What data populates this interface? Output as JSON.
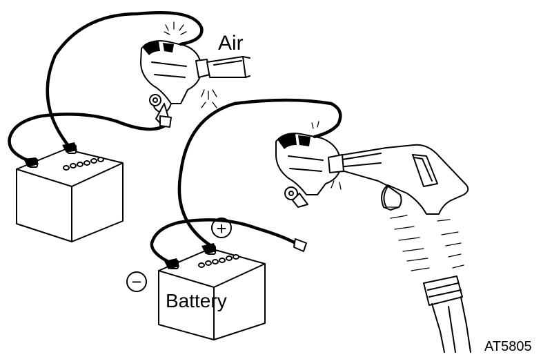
{
  "labels": {
    "air": "Air",
    "battery": "Battery",
    "figure_code": "AT5805",
    "positive_sign": "+",
    "negative_sign": "−"
  },
  "colors": {
    "line": "#000000",
    "background": "#ffffff"
  },
  "icons": [
    "battery-icon",
    "clutch-assembly-icon",
    "air-nozzle-icon",
    "air-gun-icon",
    "jumper-wire-icon",
    "positive-terminal-icon",
    "negative-terminal-icon"
  ]
}
